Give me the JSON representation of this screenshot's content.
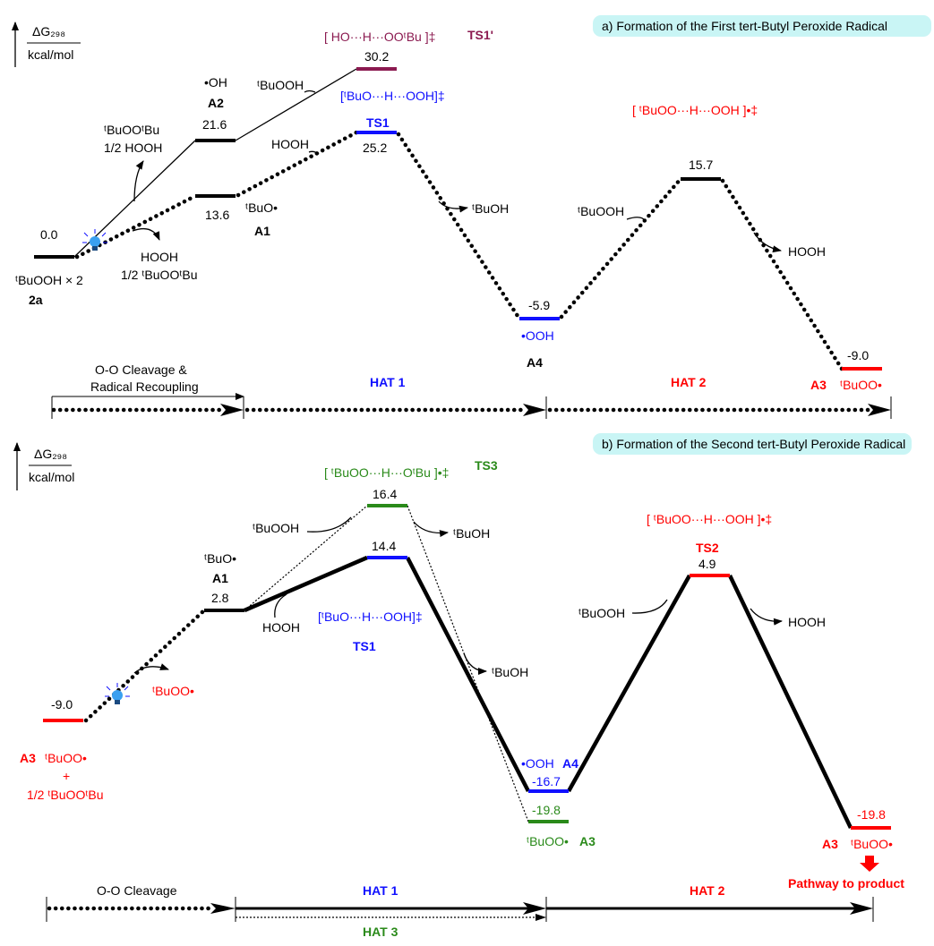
{
  "axis": {
    "label_top": "ΔG₂₉₈",
    "label_bottom": "kcal/mol"
  },
  "panel_a": {
    "title": "a) Formation of the First tert-Butyl Peroxide Radical",
    "levels": {
      "s2a": {
        "value": "0.0",
        "label": "2a",
        "species": "ᵗBuOOH × 2"
      },
      "A2": {
        "value": "21.6",
        "label": "A2",
        "species": "•OH"
      },
      "A1": {
        "value": "13.6",
        "label": "A1",
        "species": "ᵗBuO•"
      },
      "TS1p": {
        "value": "30.2",
        "label": "TS1'",
        "structure": "[ HO···H···OOᵗBu ]‡"
      },
      "TS1": {
        "value": "25.2",
        "label": "TS1",
        "structure": "[ᵗBuO···H···OOH]‡"
      },
      "A4": {
        "value": "-5.9",
        "label": "A4",
        "species": "•OOH"
      },
      "TS2": {
        "value": "15.7",
        "structure": "[ ᵗBuOO···H···OOH ]•‡"
      },
      "A3": {
        "value": "-9.0",
        "label": "A3",
        "species": "ᵗBuOO•"
      }
    },
    "annotations": {
      "out_upper_1": "ᵗBuOOᵗBu",
      "out_upper_2": "1/2 HOOH",
      "out_lower_1": "HOOH",
      "out_lower_2": "1/2 ᵗBuOOᵗBu",
      "in_tbuooh": "ᵗBuOOH",
      "in_hooh": "HOOH",
      "out_tbuoh": "ᵗBuOH",
      "in_tbuooh2": "ᵗBuOOH",
      "out_hooh": "HOOH"
    },
    "stages": {
      "s1a": "O-O Cleavage &",
      "s1b": "Radical Recoupling",
      "s2": "HAT 1",
      "s3": "HAT 2"
    }
  },
  "panel_b": {
    "title": "b) Formation of the Second tert-Butyl Peroxide Radical",
    "levels": {
      "A3s": {
        "value": "-9.0",
        "label": "A3",
        "species": "ᵗBuOO•",
        "plus": "+",
        "extra": "1/2 ᵗBuOOᵗBu"
      },
      "A1": {
        "value": "2.8",
        "label": "A1",
        "species": "ᵗBuO•"
      },
      "TS3": {
        "value": "16.4",
        "label": "TS3",
        "structure": "[ ᵗBuOO···H···OᵗBu ]•‡"
      },
      "TS1": {
        "value": "14.4",
        "label": "TS1",
        "structure": "[ᵗBuO···H···OOH]‡"
      },
      "A4": {
        "value": "-16.7",
        "label": "A4",
        "species": "•OOH"
      },
      "A3g": {
        "value": "-19.8",
        "label": "A3",
        "species": "ᵗBuOO•"
      },
      "TS2": {
        "value": "4.9",
        "label": "TS2",
        "structure": "[ ᵗBuOO···H···OOH ]•‡"
      },
      "A3e": {
        "value": "-19.8",
        "label": "A3",
        "species": "ᵗBuOO•"
      }
    },
    "annotations": {
      "out_tbuoo": "ᵗBuOO•",
      "in_tbuooh": "ᵗBuOOH",
      "in_hooh": "HOOH",
      "out_tbuoh1": "ᵗBuOH",
      "out_tbuoh2": "ᵗBuOH",
      "in_tbuooh2": "ᵗBuOOH",
      "out_hooh": "HOOH",
      "pathway": "Pathway to product"
    },
    "stages": {
      "s1": "O-O Cleavage",
      "s2": "HAT 1",
      "s3": "HAT 2",
      "s4": "HAT 3"
    }
  },
  "colors": {
    "blue": "#1010ff",
    "red": "#ff0000",
    "green": "#2a8a1a",
    "maroon": "#8b1a50",
    "title_bg": "#c9f5f5"
  }
}
